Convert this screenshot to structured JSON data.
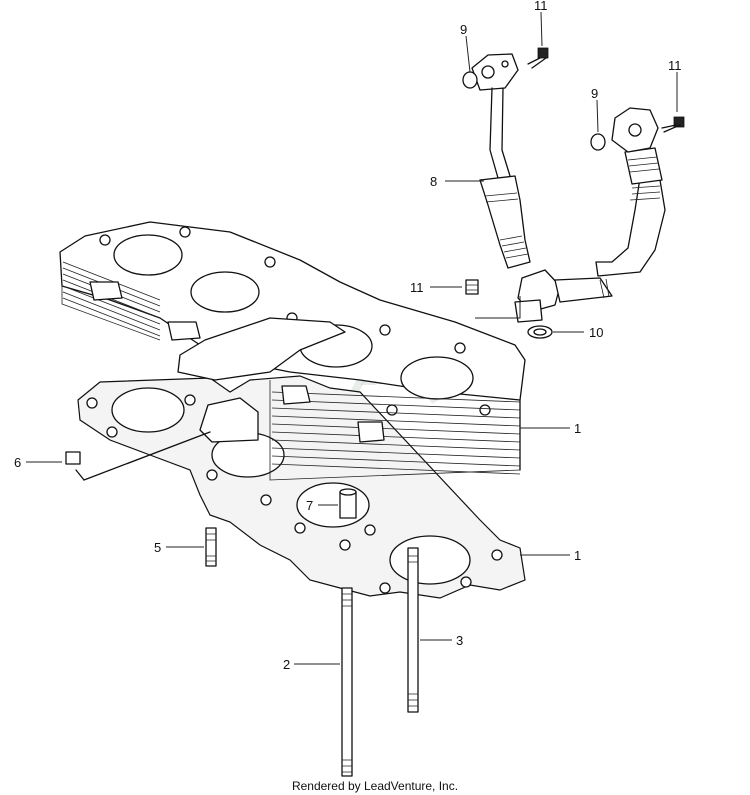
{
  "diagram": {
    "callouts": {
      "c1": "1",
      "c1b": "1",
      "c2": "2",
      "c3": "3",
      "c5": "5",
      "c6": "6",
      "c7": "7",
      "c8": "8",
      "c9a": "9",
      "c9b": "9",
      "c10": "10",
      "c11a": "11",
      "c11b": "11",
      "c11c": "11"
    },
    "footer": "Rendered by LeadVenture, Inc."
  }
}
